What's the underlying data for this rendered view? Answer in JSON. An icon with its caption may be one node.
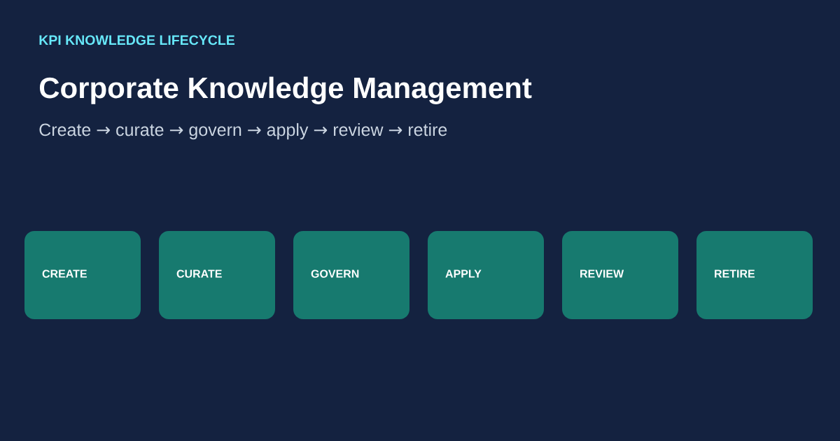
{
  "diagram": {
    "title": "Corporate Knowledge Management",
    "nodes": [
      {
        "text": [
          "CREATE"
        ]
      },
      {
        "text": [
          "CURATE"
        ]
      },
      {
        "text": [
          "GOVERN"
        ]
      },
      {
        "text": [
          "APPLY"
        ]
      },
      {
        "text": [
          "REVIEW"
        ]
      },
      {
        "text": [
          "RETIRE"
        ]
      }
    ],
    "labels": [
      "KPI KNOWLEDGE LIFECYCLE",
      "Create → curate → govern → apply → review → retire"
    ]
  }
}
